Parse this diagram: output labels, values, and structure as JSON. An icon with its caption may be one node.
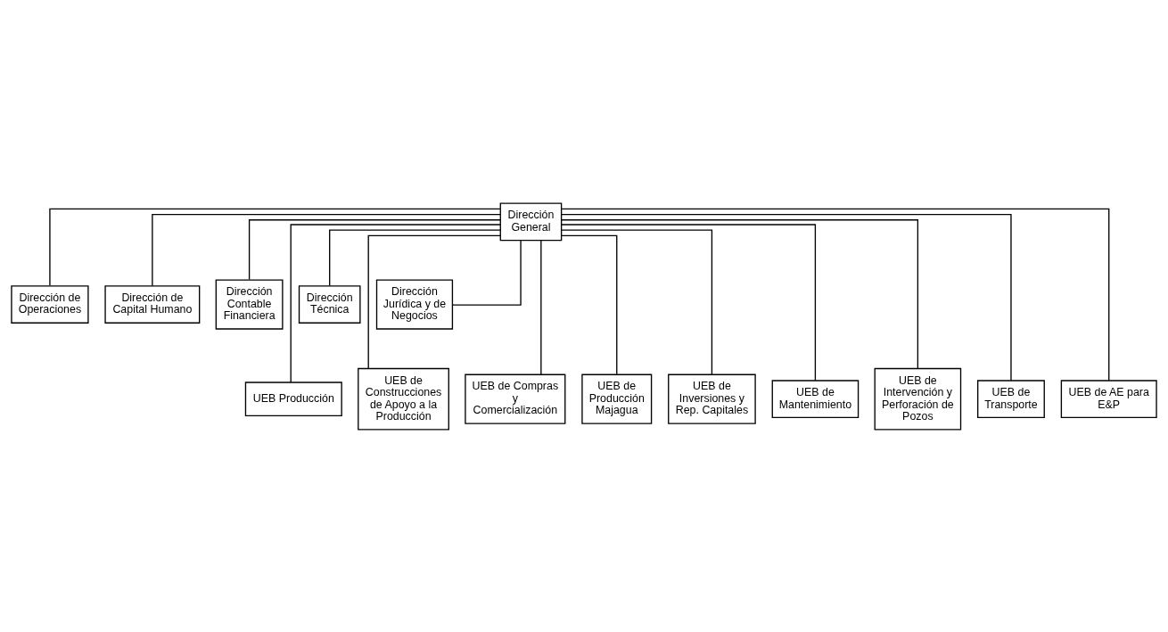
{
  "diagram": {
    "nodes": [
      {
        "text": [
          "Dirección General"
        ]
      },
      {
        "text": [
          "Dirección de Operaciones"
        ]
      },
      {
        "text": [
          "Dirección de Capital Humano"
        ]
      },
      {
        "text": [
          "Dirección Contable Financiera"
        ]
      },
      {
        "text": [
          "Dirección Técnica"
        ]
      },
      {
        "text": [
          "Dirección Jurídica y de Negocios"
        ]
      },
      {
        "text": [
          "UEB Producción"
        ]
      },
      {
        "text": [
          "UEB de Construcciones de Apoyo a la Producción"
        ]
      },
      {
        "text": [
          "UEB de Compras y Comercialización"
        ]
      },
      {
        "text": [
          "UEB de Producción Majagua"
        ]
      },
      {
        "text": [
          "UEB de Inversiones y Rep. Capitales"
        ]
      },
      {
        "text": [
          "UEB de Mantenimiento"
        ]
      },
      {
        "text": [
          "UEB de Intervención y Perforación de Pozos"
        ]
      },
      {
        "text": [
          "UEB de Transporte"
        ]
      },
      {
        "text": [
          "UEB de AE para E&P"
        ]
      }
    ],
    "edges": [
      {
        "from": 0,
        "to": 1,
        "arrow": "none"
      },
      {
        "from": 0,
        "to": 2,
        "arrow": "none"
      },
      {
        "from": 0,
        "to": 3,
        "arrow": "none"
      },
      {
        "from": 0,
        "to": 4,
        "arrow": "none"
      },
      {
        "from": 0,
        "to": 5,
        "arrow": "none"
      },
      {
        "from": 0,
        "to": 6,
        "arrow": "none"
      },
      {
        "from": 0,
        "to": 7,
        "arrow": "none"
      },
      {
        "from": 0,
        "to": 8,
        "arrow": "none"
      },
      {
        "from": 0,
        "to": 9,
        "arrow": "none"
      },
      {
        "from": 0,
        "to": 10,
        "arrow": "none"
      },
      {
        "from": 0,
        "to": 11,
        "arrow": "none"
      },
      {
        "from": 0,
        "to": 12,
        "arrow": "none"
      },
      {
        "from": 0,
        "to": 13,
        "arrow": "none"
      },
      {
        "from": 0,
        "to": 14,
        "arrow": "none"
      }
    ]
  }
}
